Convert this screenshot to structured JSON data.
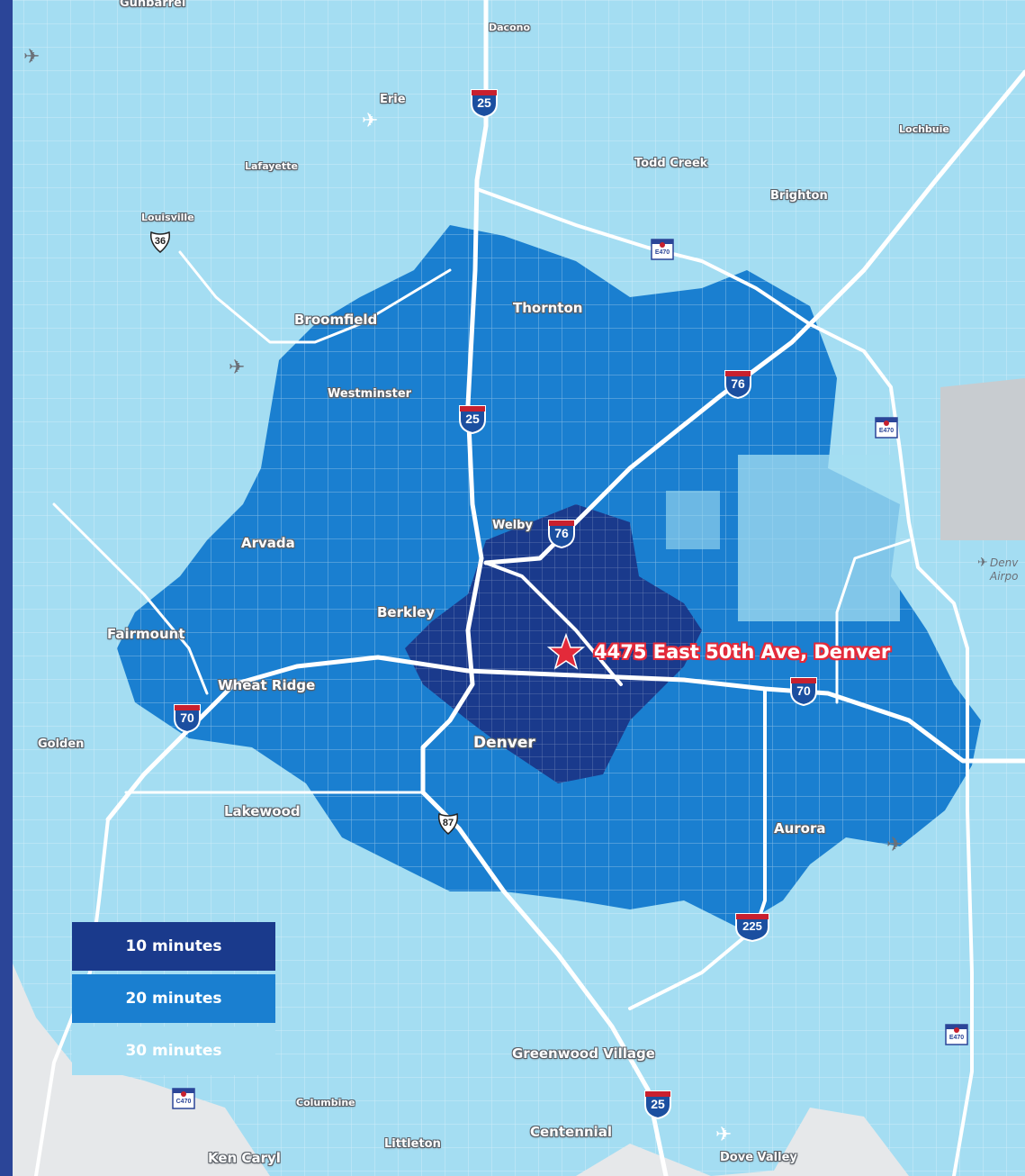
{
  "map": {
    "address": "4475 East 50th Ave, Denver",
    "colors": {
      "drive_10": "#1a3a8c",
      "drive_20": "#1a7fd0",
      "drive_30": "#a4ddf2",
      "background": "#e6e8ea",
      "marker": "#e32a3a",
      "interstate_blue": "#1b4fa0",
      "interstate_red": "#c8202e"
    },
    "places": [
      {
        "id": "gunbarrel",
        "label": "Gunbarrel"
      },
      {
        "id": "dacono",
        "label": "Dacono"
      },
      {
        "id": "erie",
        "label": "Erie"
      },
      {
        "id": "lochbuie",
        "label": "Lochbuie"
      },
      {
        "id": "todd-creek",
        "label": "Todd Creek"
      },
      {
        "id": "lafayette",
        "label": "Lafayette"
      },
      {
        "id": "brighton",
        "label": "Brighton"
      },
      {
        "id": "louisville",
        "label": "Louisville"
      },
      {
        "id": "thornton",
        "label": "Thornton"
      },
      {
        "id": "broomfield",
        "label": "Broomfield"
      },
      {
        "id": "westminster",
        "label": "Westminster"
      },
      {
        "id": "welby",
        "label": "Welby"
      },
      {
        "id": "arvada",
        "label": "Arvada"
      },
      {
        "id": "berkley",
        "label": "Berkley"
      },
      {
        "id": "fairmount",
        "label": "Fairmount"
      },
      {
        "id": "wheat-ridge",
        "label": "Wheat Ridge"
      },
      {
        "id": "golden",
        "label": "Golden"
      },
      {
        "id": "denver",
        "label": "Denver"
      },
      {
        "id": "lakewood",
        "label": "Lakewood"
      },
      {
        "id": "aurora",
        "label": "Aurora"
      },
      {
        "id": "greenwood-village",
        "label": "Greenwood Village"
      },
      {
        "id": "columbine",
        "label": "Columbine"
      },
      {
        "id": "centennial",
        "label": "Centennial"
      },
      {
        "id": "littleton",
        "label": "Littleton"
      },
      {
        "id": "ken-caryl",
        "label": "Ken Caryl"
      },
      {
        "id": "dove-valley",
        "label": "Dove Valley"
      }
    ],
    "shields": {
      "i25_north": "25",
      "i25_mid": "25",
      "i25_south": "25",
      "i76_east": "76",
      "i76_mid": "76",
      "i70_west": "70",
      "i70_east": "70",
      "i225": "225",
      "us36": "36",
      "us87": "87"
    },
    "toll_shields": {
      "e470_north": "E470",
      "e470_east": "E470",
      "e470_southeast": "E470",
      "c470": "C470"
    },
    "airport_partial_label": [
      "Denv",
      "Airpo"
    ]
  },
  "legend": {
    "items": [
      {
        "label": "10 minutes",
        "color": "#1a3a8c"
      },
      {
        "label": "20 minutes",
        "color": "#1a7fd0"
      },
      {
        "label": "30 minutes",
        "color": "#a4ddf2"
      }
    ]
  }
}
